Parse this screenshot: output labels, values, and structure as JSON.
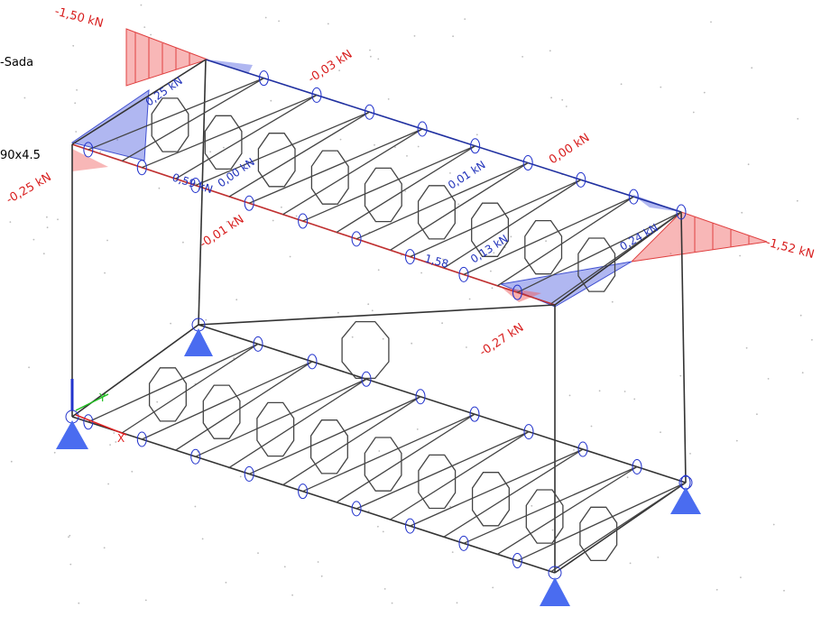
{
  "side_labels": {
    "top": "-Sada",
    "middle": "90x4.5"
  },
  "colors": {
    "positive_moment": "#f06060",
    "negative_moment": "#5060e0",
    "frame": "#333333",
    "brace": "#444444",
    "support": "#4a6cf0",
    "red_text": "#d81e1e",
    "blue_text": "#2233bb"
  },
  "force_labels": {
    "f1": "-1,50 kN",
    "f2": "0,25 kN",
    "f3": "-0,03 kN",
    "f4": "-0,25 kN",
    "f5": "0,00 kN",
    "f6": "0,01 kN",
    "f7": "0,00 kN",
    "f8": "-0,01 kN",
    "f9": "-1,52 kN",
    "f10": "0,24 kN",
    "f11": "0,13 kN",
    "f12": "1,58",
    "f13": "-0,27 kN",
    "f14": "0,59 kN"
  },
  "icons": {
    "supports": "pinned-support-icon",
    "hinges": "hinge-icon",
    "axes": "coordinate-axes-icon"
  }
}
